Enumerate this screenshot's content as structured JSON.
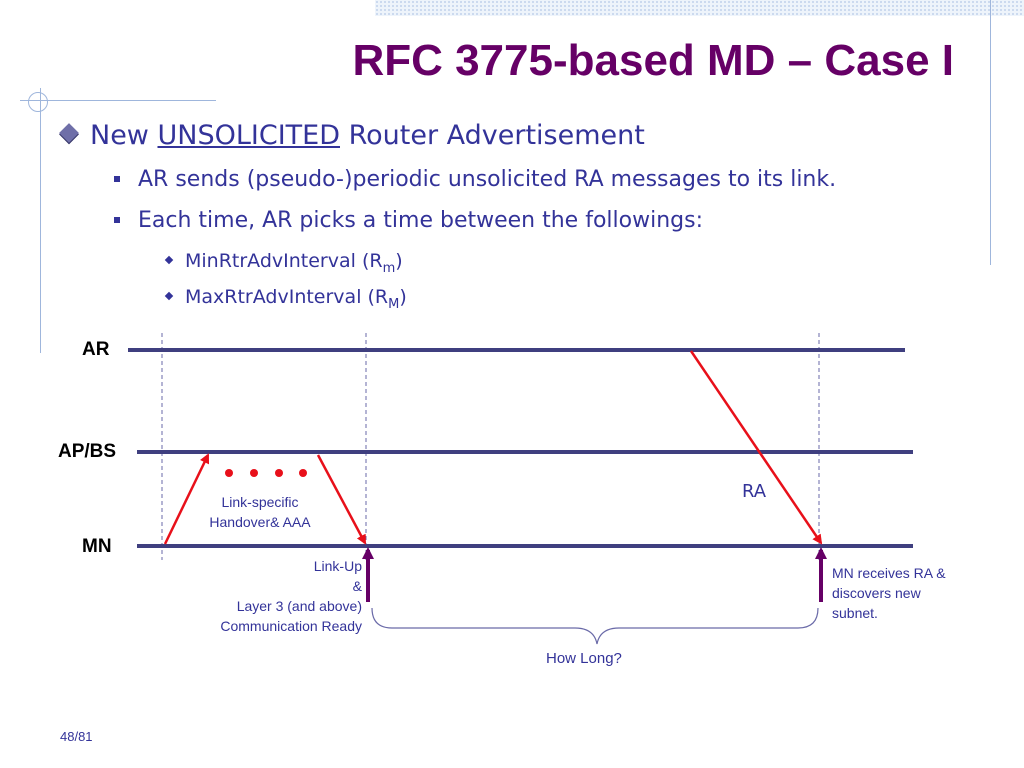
{
  "slide": {
    "title": "RFC 3775-based MD – Case I",
    "bullet1": {
      "prefix": "New ",
      "underlined": "UNSOLICITED",
      "suffix": " Router Advertisement"
    },
    "sub_bullets": [
      "AR sends (pseudo-)periodic unsolicited RA messages to its link.",
      "Each time, AR picks a time between the followings:"
    ],
    "sub_sub_bullets": [
      {
        "text": "MinRtrAdvInterval (R",
        "subscript": "m",
        "close": ")"
      },
      {
        "text": "MaxRtrAdvInterval (R",
        "subscript": "M",
        "close": ")"
      }
    ],
    "page_number": "48/81"
  },
  "diagram": {
    "lanes": {
      "ar": "AR",
      "apbs": "AP/BS",
      "mn": "MN"
    },
    "handover_label": [
      "Link-specific",
      "Handover& AAA"
    ],
    "ra_label": "RA",
    "linkup_label": [
      "Link-Up",
      "&",
      "Layer 3 (and above)",
      "Communication Ready"
    ],
    "mn_receives_label": [
      "MN receives RA &",
      "discovers new",
      "subnet."
    ],
    "how_long_label": "How Long?",
    "colors": {
      "title": "#660066",
      "text": "#333399",
      "lane_line": "#3f3f7f",
      "message_arrow": "#e8101a",
      "event_arrow": "#660066",
      "dashed_line": "#6a6aa8"
    }
  }
}
